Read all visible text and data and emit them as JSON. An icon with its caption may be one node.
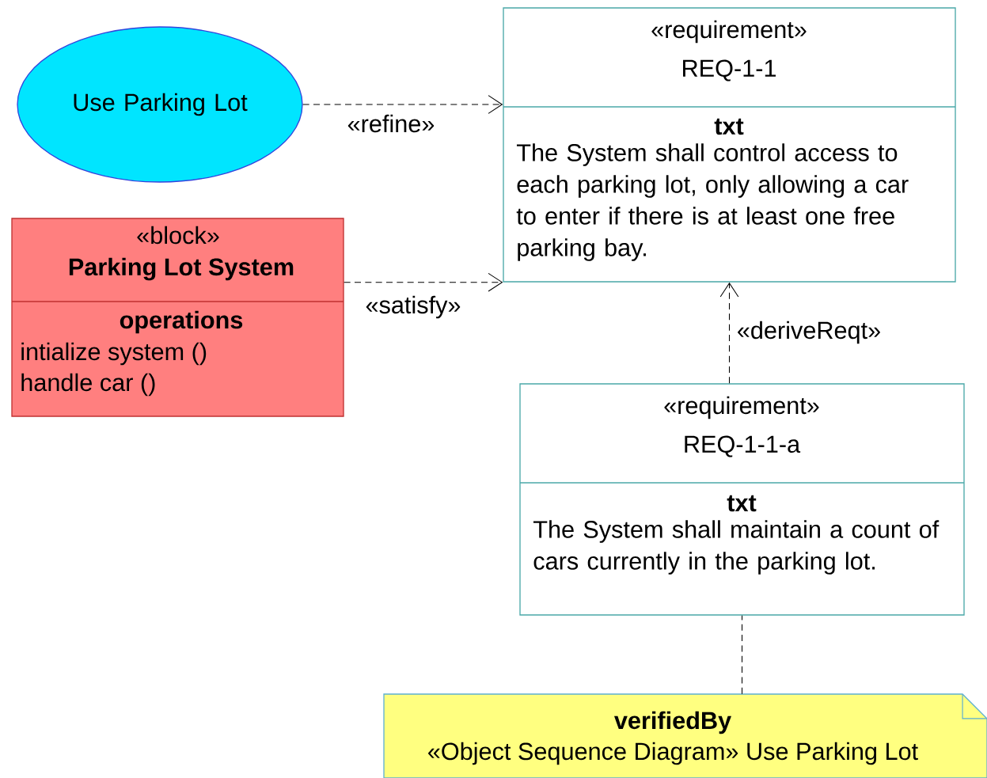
{
  "diagram": {
    "nodes": [
      {
        "text": [
          "Use Parking Lot"
        ]
      },
      {
        "text": [
          "«requirement»",
          "REQ-1-1",
          "txt",
          "The System shall control access to each parking lot, only allowing a car to enter if there is at least one free parking bay."
        ]
      },
      {
        "text": [
          "«block»",
          "Parking Lot System",
          "operations",
          "intialize system ()",
          "handle car ()"
        ]
      },
      {
        "text": [
          "«requirement»",
          "REQ-1-1-a",
          "txt",
          "The System shall maintain a count of cars currently in the parking lot."
        ]
      },
      {
        "text": [
          "verifiedBy",
          "«Object Sequence Diagram» Use Parking Lot"
        ]
      }
    ],
    "edges": [
      {
        "from": 0,
        "to": 1,
        "arrow": "to",
        "label": "«refine»",
        "style": "dashed"
      },
      {
        "from": 2,
        "to": 1,
        "arrow": "to",
        "label": "«satisfy»",
        "style": "dashed"
      },
      {
        "from": 3,
        "to": 1,
        "arrow": "to",
        "label": "«deriveReqt»",
        "style": "dashed"
      },
      {
        "from": 4,
        "to": 3,
        "arrow": "none",
        "style": "dashed"
      }
    ]
  }
}
